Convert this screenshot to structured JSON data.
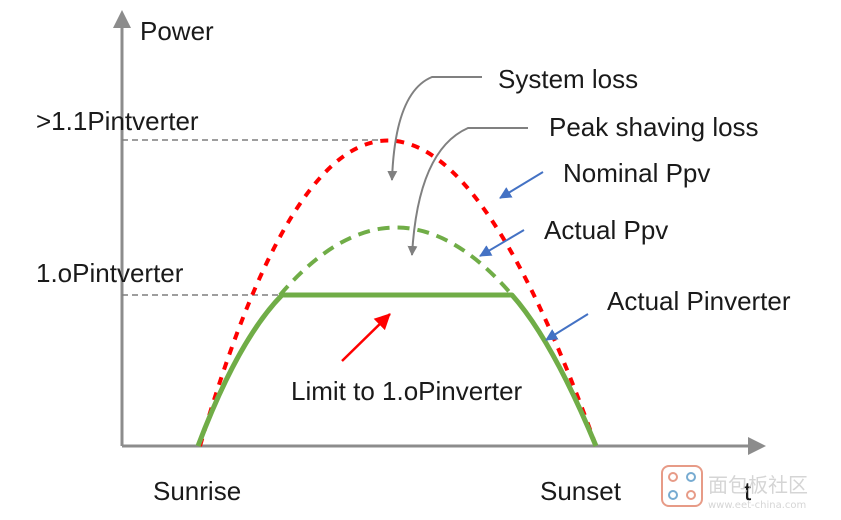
{
  "axes": {
    "y_label": "Power",
    "x_label": "t",
    "x_start_label": "Sunrise",
    "x_end_label": "Sunset",
    "level_high_label": ">1.1Pintverter",
    "level_low_label": "1.oPintverter"
  },
  "annotations": {
    "system_loss": "System loss",
    "peak_shaving_loss": "Peak shaving loss",
    "nominal_ppv": "Nominal Ppv",
    "actual_ppv": "Actual Ppv",
    "actual_pinverter": "Actual Pinverter",
    "limit": "Limit to 1.oPinverter"
  },
  "watermark": {
    "text": "面包板社区",
    "url": "www.eet-china.com"
  },
  "colors": {
    "axis": "#8c8c8c",
    "guide": "#7f7f7f",
    "nominal_curve": "#ff0000",
    "actual_ppv_curve": "#70ad47",
    "actual_pinverter_curve": "#70ad47",
    "callout_arrow": "#808080",
    "blue_arrow": "#4472c4",
    "limit_arrow": "#ff0000"
  }
}
